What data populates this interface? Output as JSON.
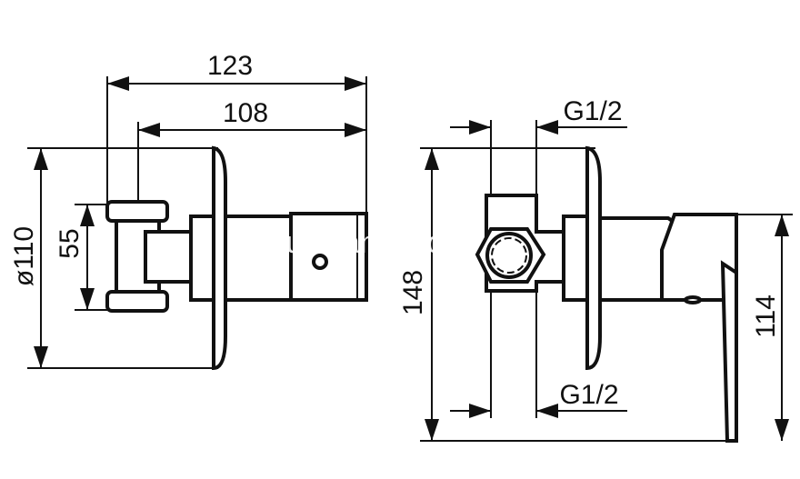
{
  "left_view": {
    "dim_overall_length": "123",
    "dim_body_length": "108",
    "dim_flange_diameter": "ø110",
    "dim_inlet_spacing": "55"
  },
  "right_view": {
    "dim_thread_top": "G1/2",
    "dim_thread_bottom": "G1/2",
    "dim_total_height": "148",
    "dim_handle_height": "114"
  },
  "watermark": "Duvalamp.com",
  "colors": {
    "line": "#111111",
    "background": "#ffffff"
  }
}
